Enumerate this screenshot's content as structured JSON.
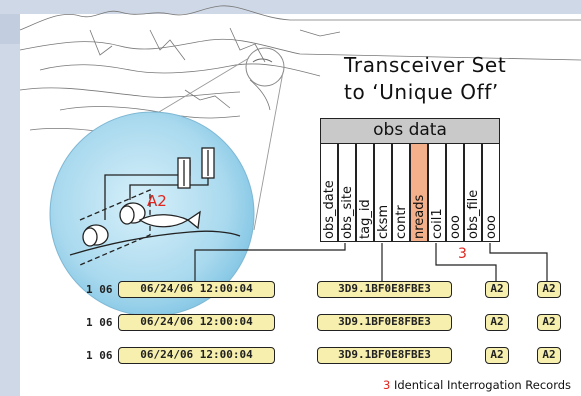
{
  "title": {
    "line1": "Transceiver Set",
    "line2": "to ‘Unique Off’"
  },
  "table": {
    "header": "obs data",
    "columns": [
      "obs_date",
      "obs_site",
      "tag_id",
      "cksm",
      "contr",
      "nreads",
      "coil1",
      "ooo",
      "obs_file",
      "ooo"
    ],
    "highlight_column": "nreads",
    "highlight_color": "#f4b08a",
    "nreads_value": "3"
  },
  "antenna_label": "A2",
  "records": [
    {
      "prefix": "1 06",
      "date": "06/24/06 12:00:04",
      "tag": "3D9.1BF0E8FBE3",
      "contr": "A2",
      "coil": "A2"
    },
    {
      "prefix": "1 06",
      "date": "06/24/06 12:00:04",
      "tag": "3D9.1BF0E8FBE3",
      "contr": "A2",
      "coil": "A2"
    },
    {
      "prefix": "1 06",
      "date": "06/24/06 12:00:04",
      "tag": "3D9.1BF0E8FBE3",
      "contr": "A2",
      "coil": "A2"
    }
  ],
  "footer": {
    "count": "3",
    "text": "Identical Interrogation Records"
  },
  "colors": {
    "accent_red": "#e0261e",
    "lcd_fill": "#f6efad",
    "circle_blue": "#a9d9ee",
    "side_band": "#cfd8e6"
  }
}
